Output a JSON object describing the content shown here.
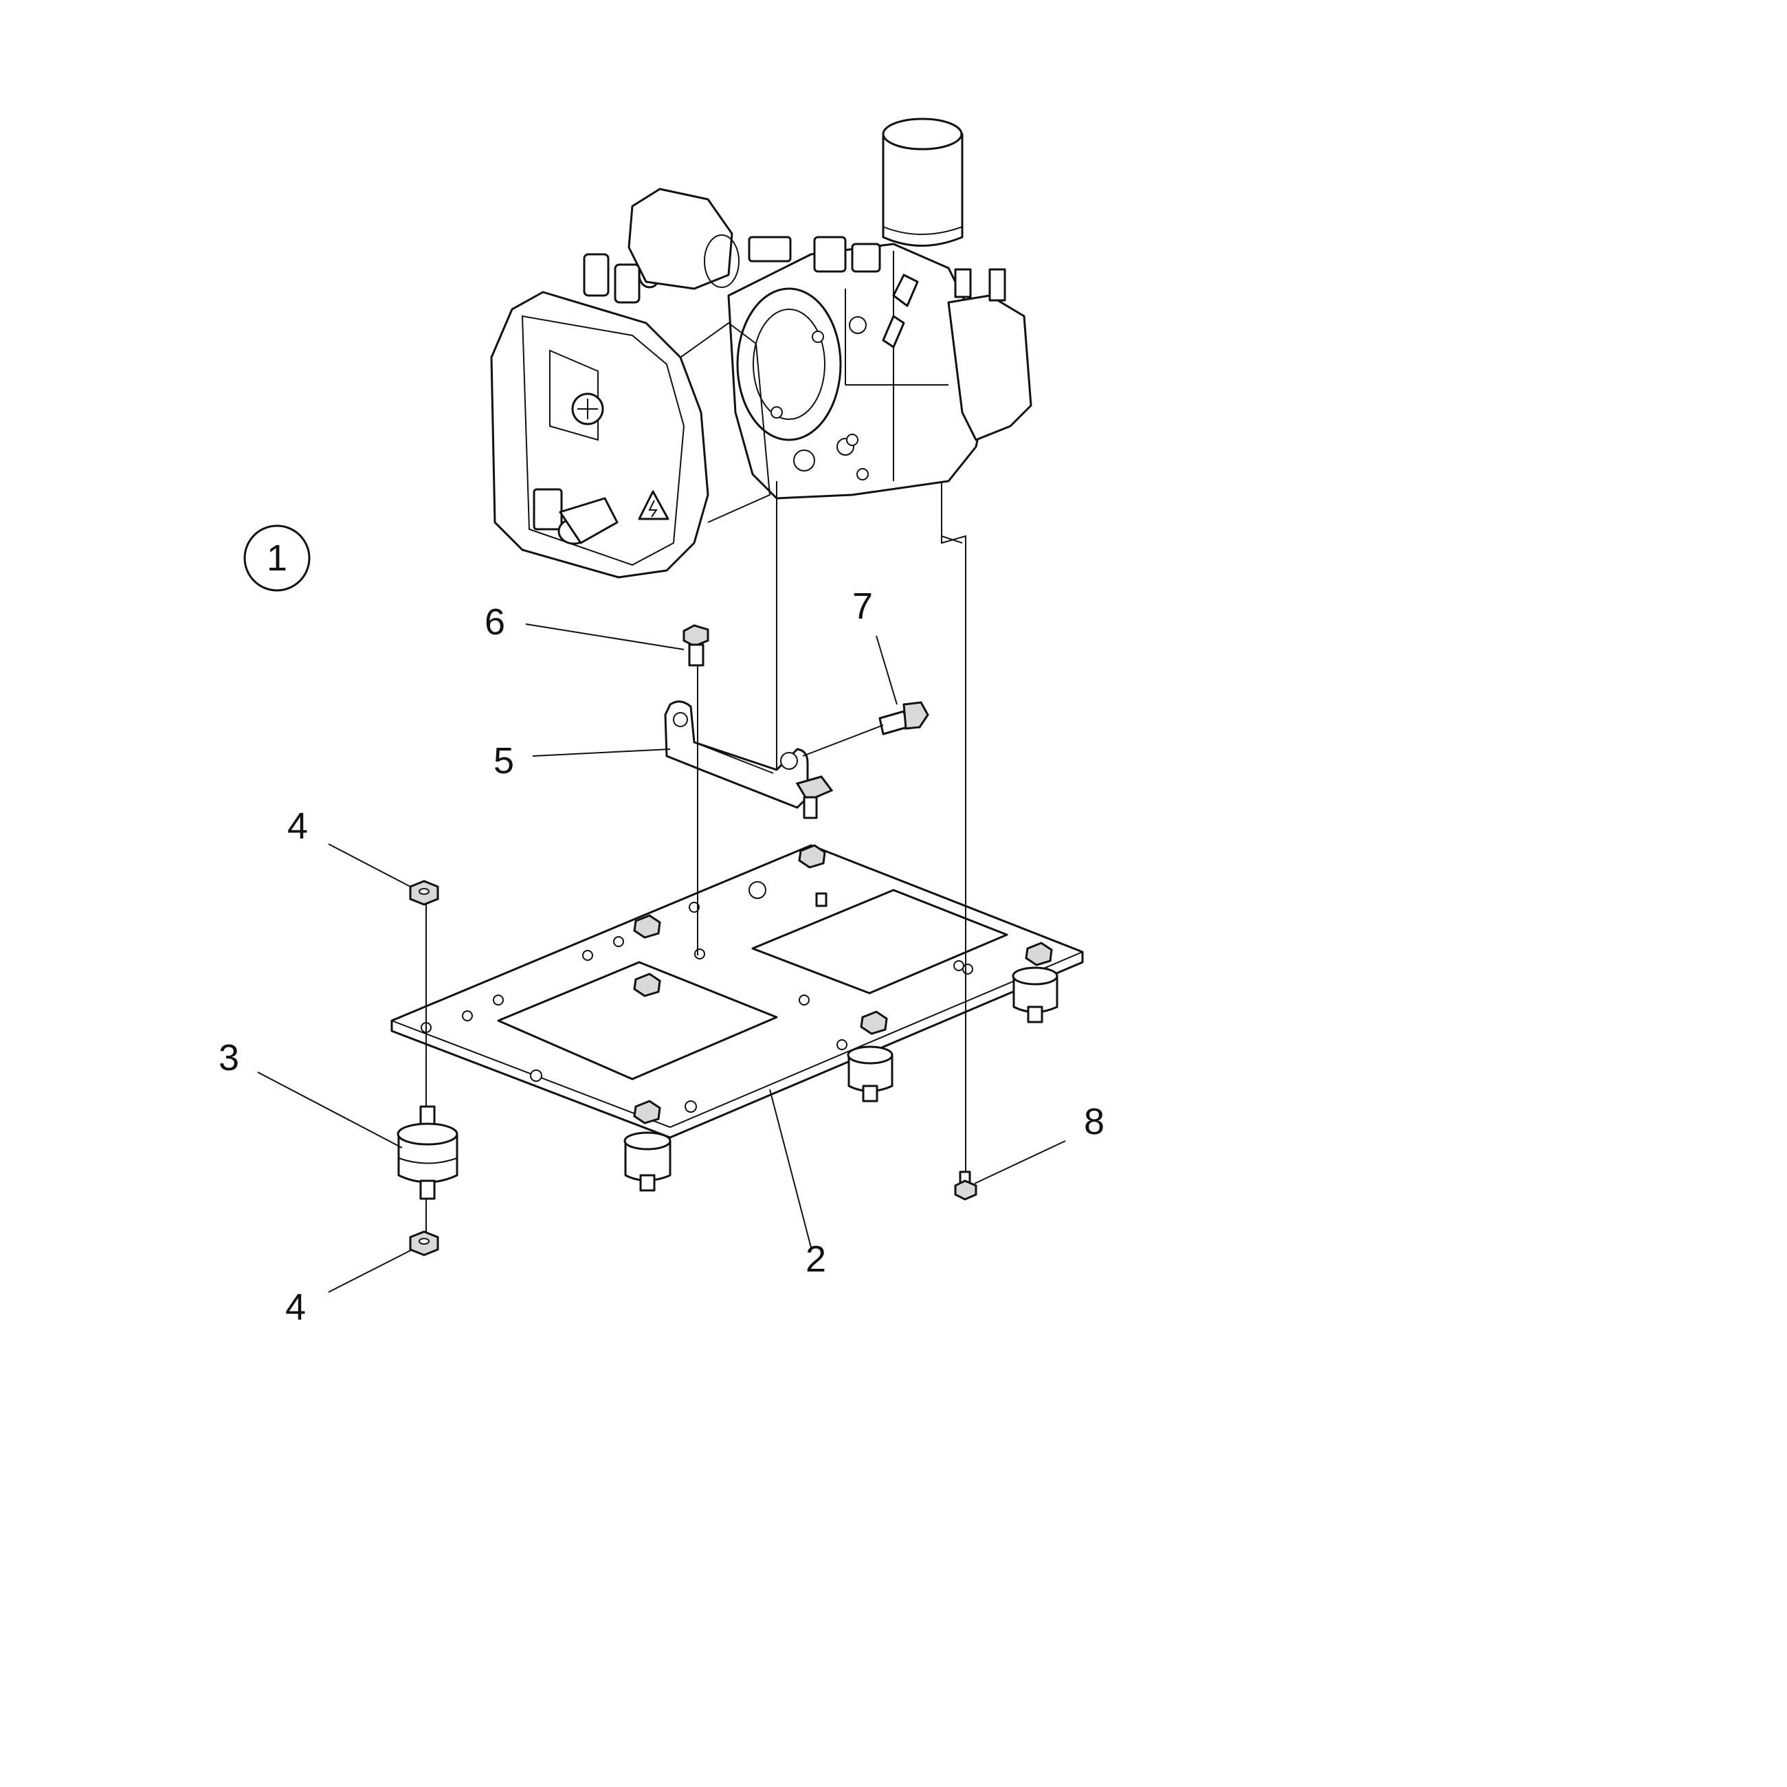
{
  "diagram": {
    "assembly_marker": "1",
    "callouts": [
      {
        "id": "c2",
        "label": "2"
      },
      {
        "id": "c3",
        "label": "3"
      },
      {
        "id": "c4a",
        "label": "4"
      },
      {
        "id": "c4b",
        "label": "4"
      },
      {
        "id": "c5",
        "label": "5"
      },
      {
        "id": "c6",
        "label": "6"
      },
      {
        "id": "c7",
        "label": "7"
      },
      {
        "id": "c8",
        "label": "8"
      }
    ],
    "colors": {
      "line": "#111111",
      "background": "#ffffff",
      "shade": "#d9d9d9"
    }
  }
}
